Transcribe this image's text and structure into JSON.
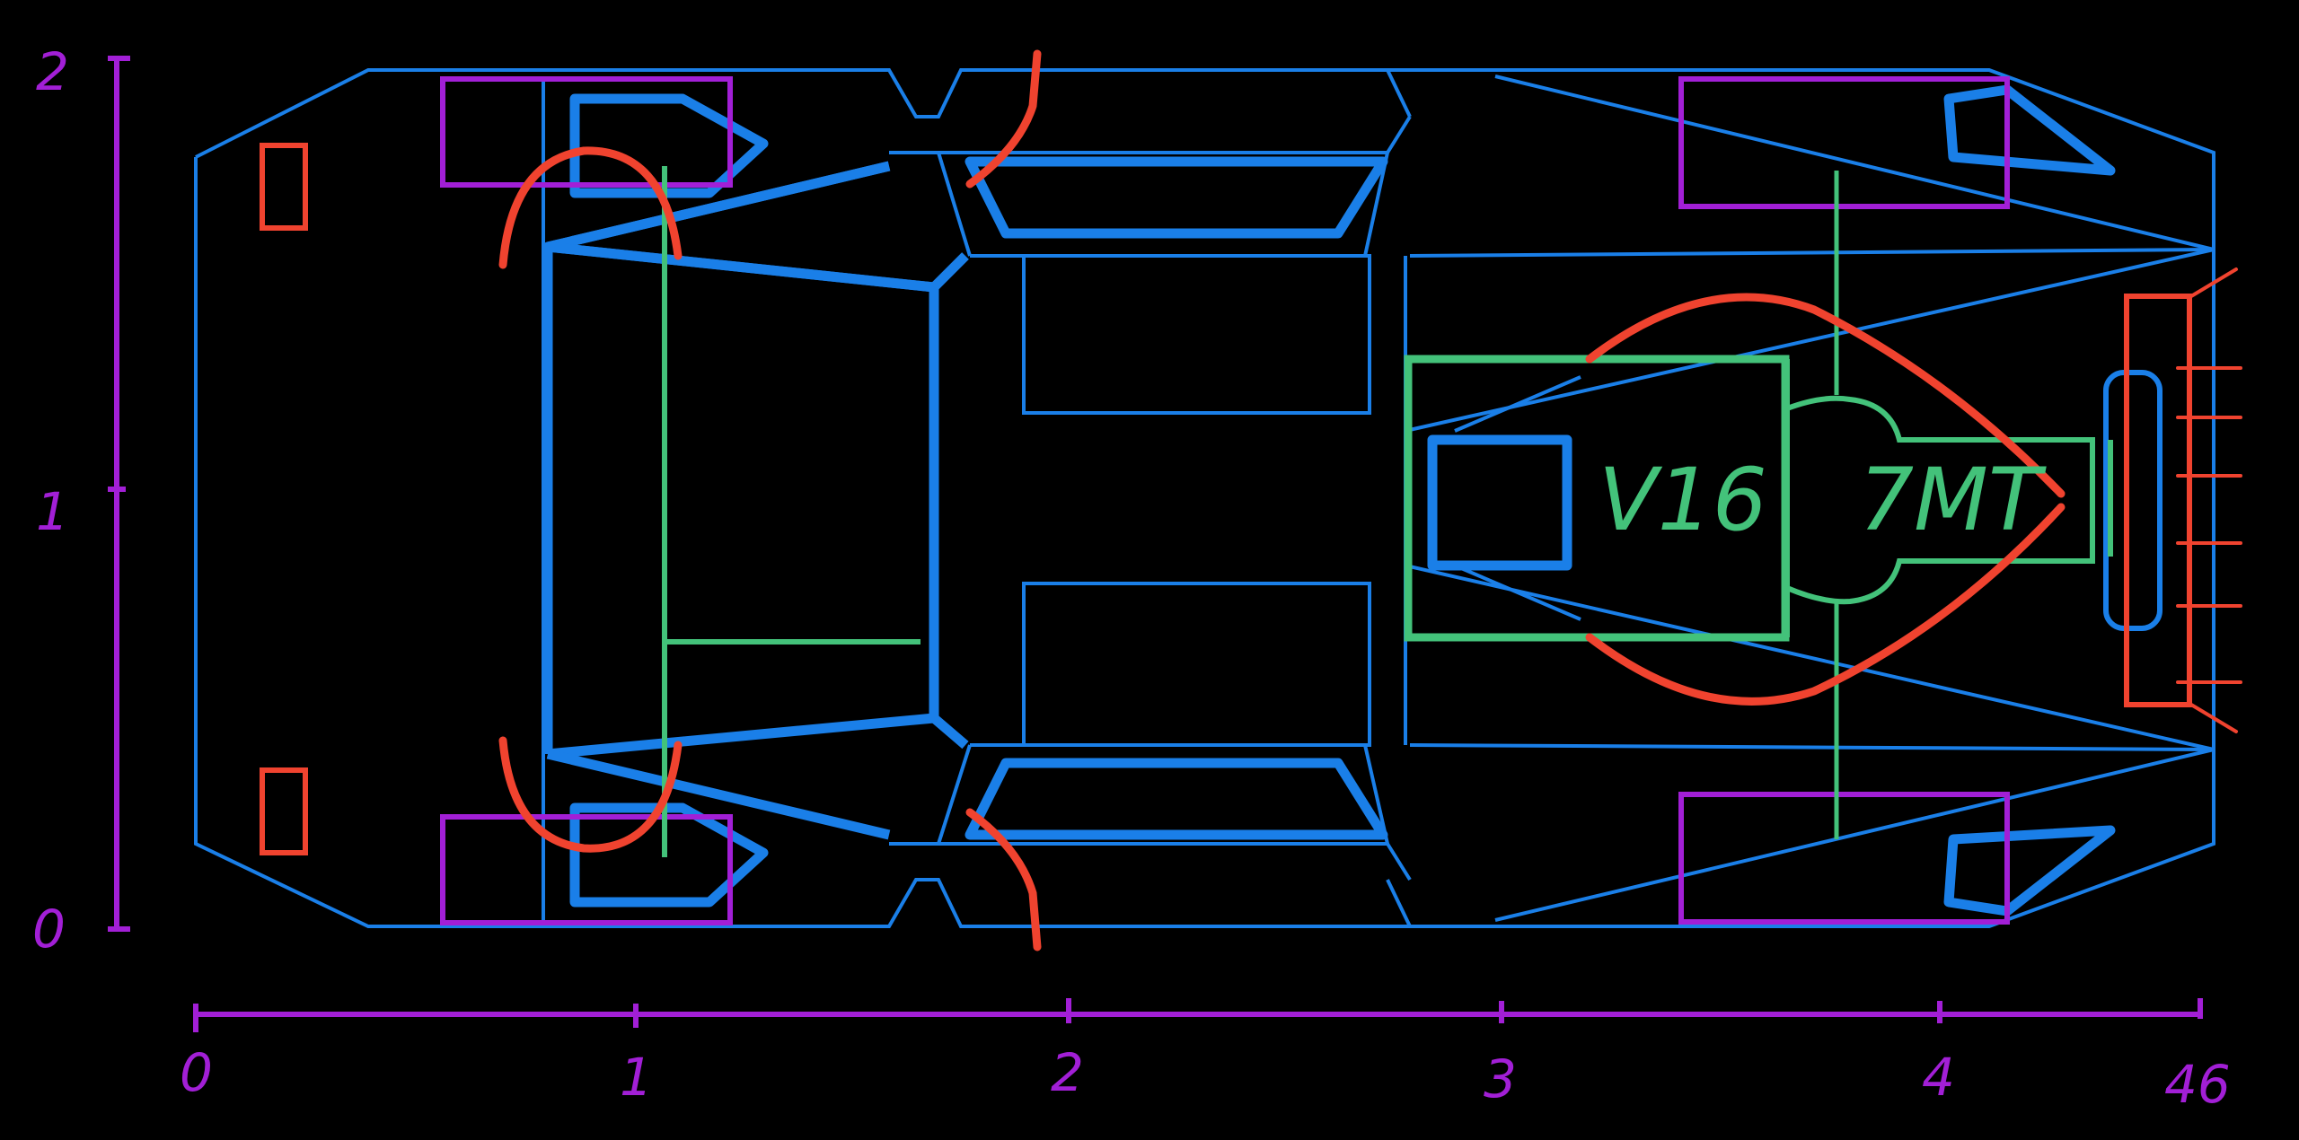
{
  "colors": {
    "background": "#000000",
    "body_outline": "#1a7fe8",
    "axes_and_wheels": "#a21fd6",
    "accents": "#f0432f",
    "drivetrain": "#43c27a"
  },
  "axes": {
    "y_labels": [
      "2",
      "1",
      "0"
    ],
    "x_labels": [
      "0",
      "1",
      "2",
      "3",
      "4",
      "46"
    ]
  },
  "labels": {
    "engine": "V16",
    "transmission": "7MT"
  }
}
